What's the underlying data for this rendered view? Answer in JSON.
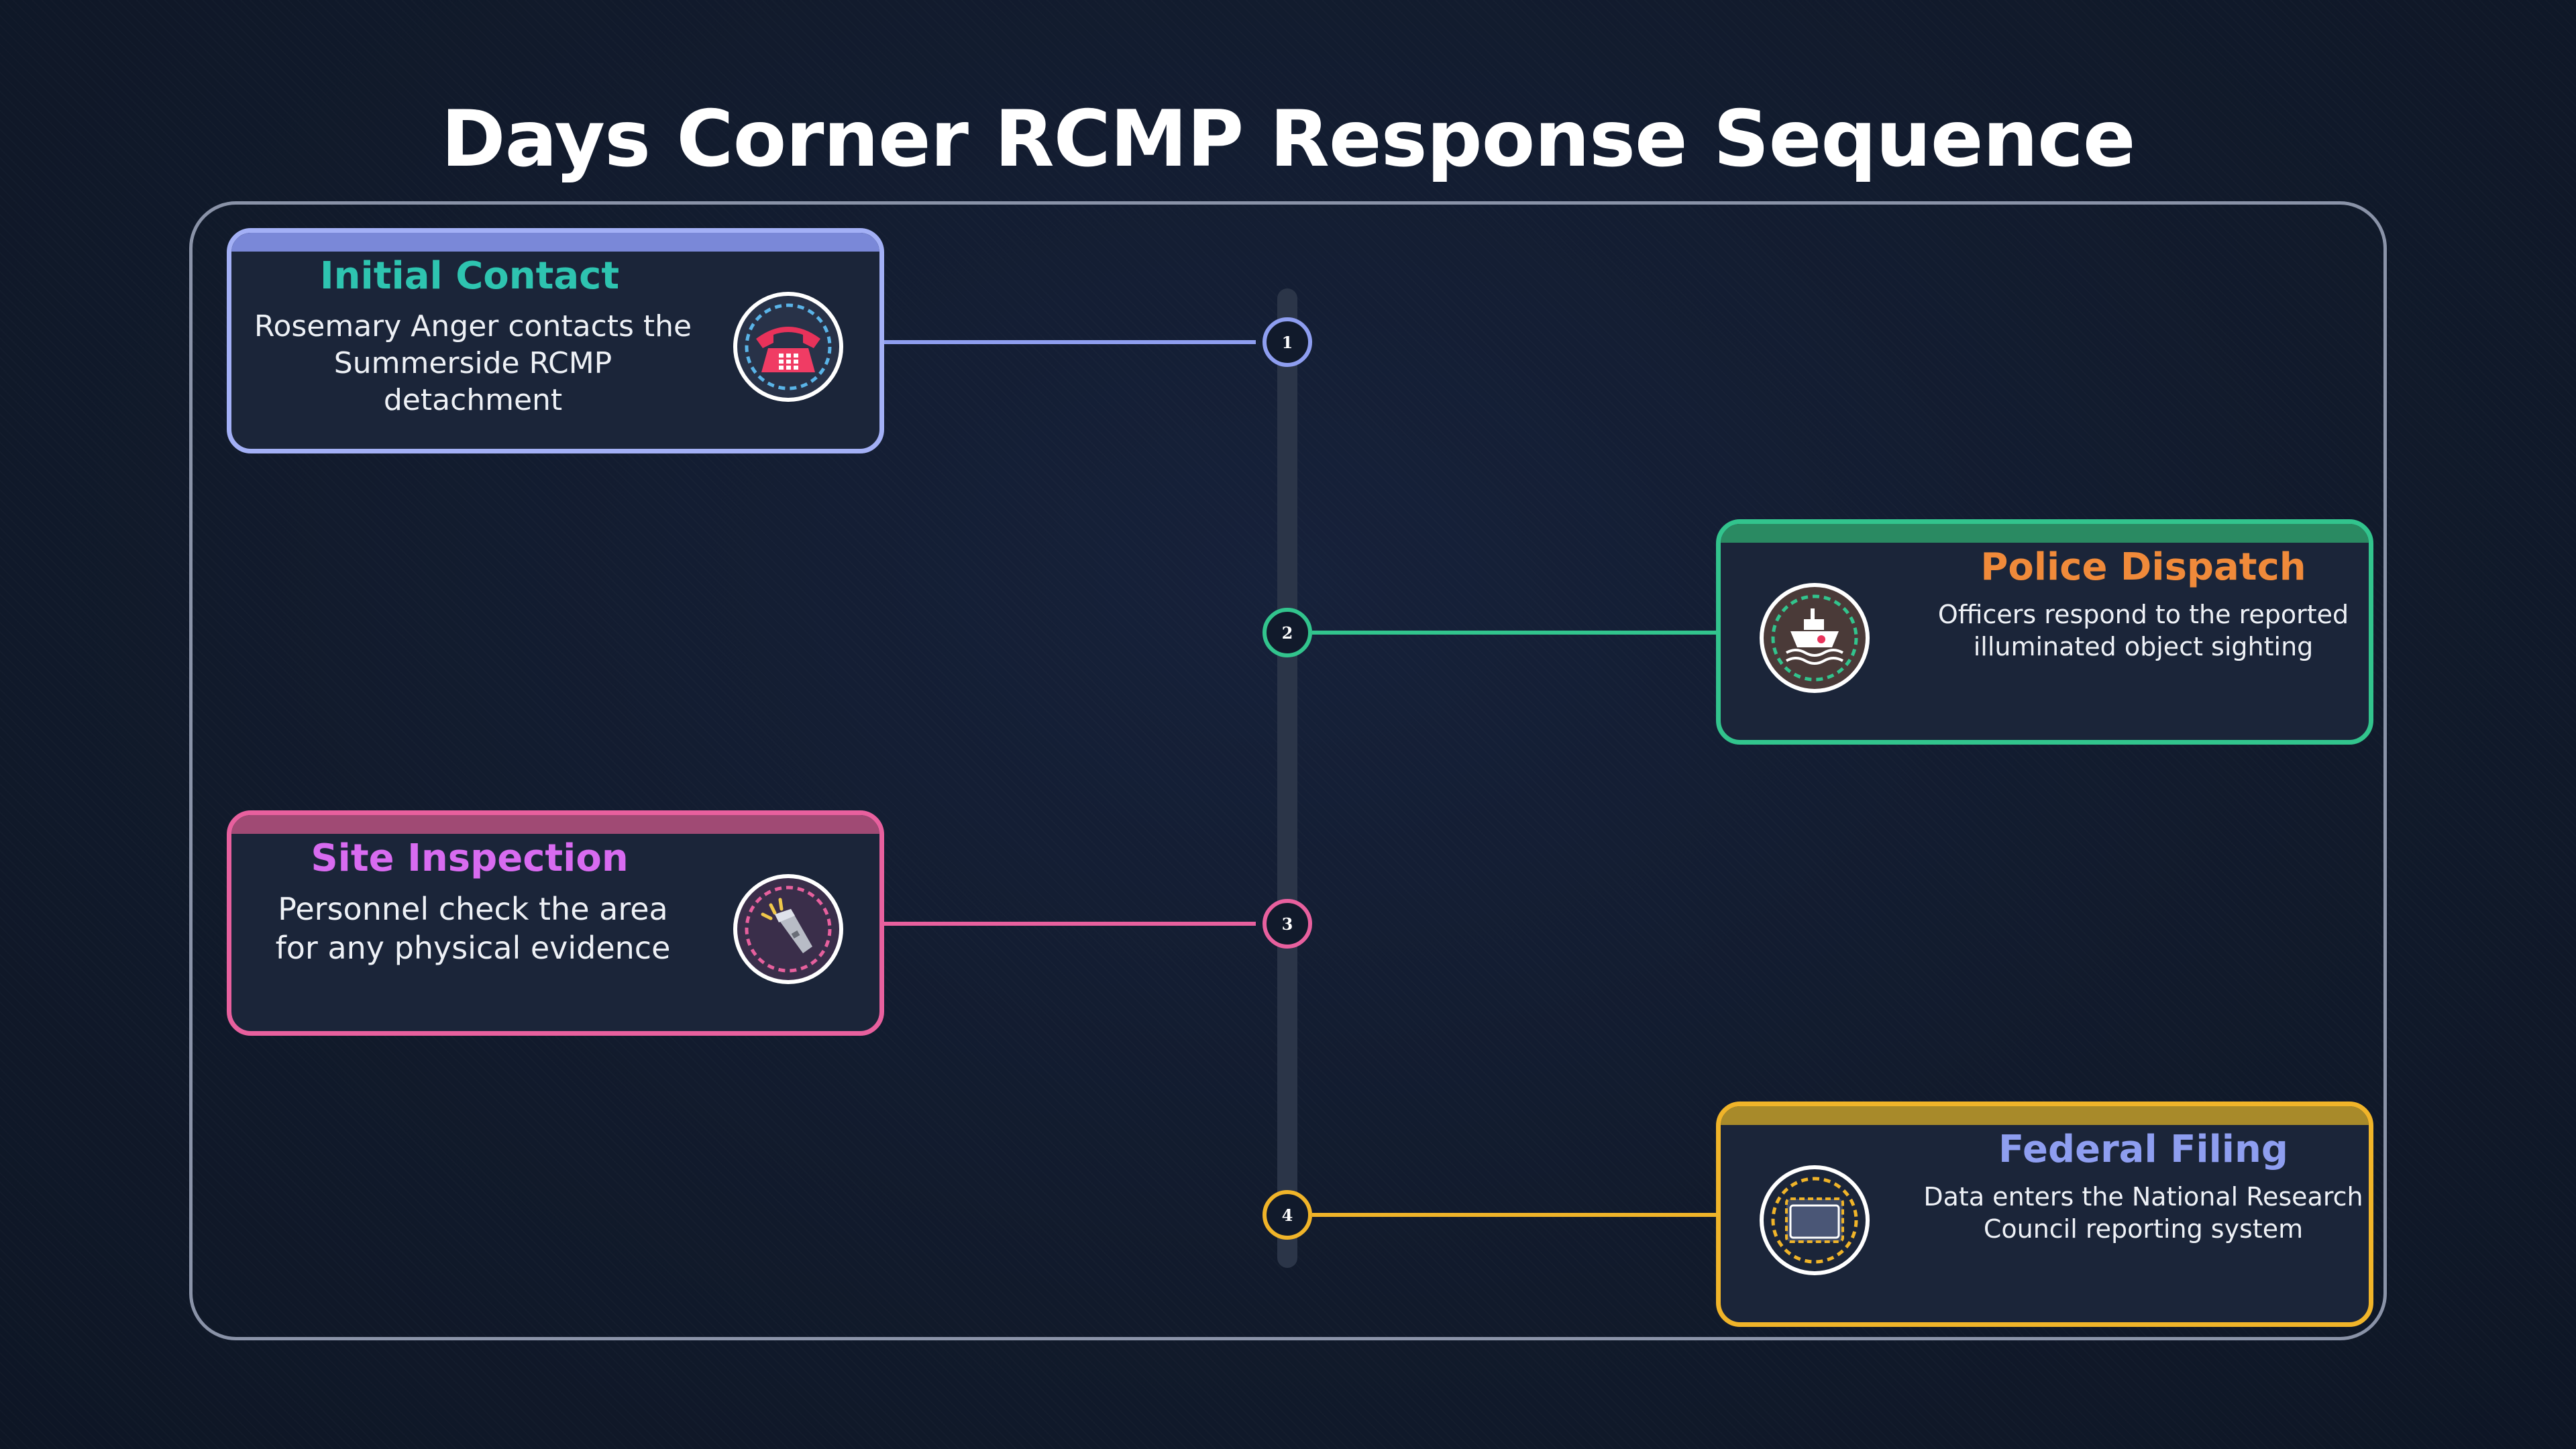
{
  "title": "Days Corner RCMP Response Sequence",
  "steps": [
    {
      "number": "1",
      "title": "Initial Contact",
      "description_line1": "Rosemary Anger contacts the",
      "description_line2": "Summerside RCMP detachment",
      "icon": "telephone-icon",
      "accent": "#8e9ef0",
      "title_color": "#2ec4b0"
    },
    {
      "number": "2",
      "title": "Police Dispatch",
      "description_line1": "Officers respond to the reported",
      "description_line2": "illuminated object sighting",
      "icon": "ship-icon",
      "accent": "#32c48d",
      "title_color": "#f08a3a"
    },
    {
      "number": "3",
      "title": "Site Inspection",
      "description_line1": "Personnel check the area",
      "description_line2": "for any physical evidence",
      "icon": "flashlight-icon",
      "accent": "#e8609e",
      "title_color": "#d86bf0"
    },
    {
      "number": "4",
      "title": "Federal Filing",
      "description_line1": "Data enters the National Research",
      "description_line2": "Council reporting system",
      "icon": "document-folder-icon",
      "accent": "#f0b429",
      "title_color": "#8e9ef0"
    }
  ]
}
